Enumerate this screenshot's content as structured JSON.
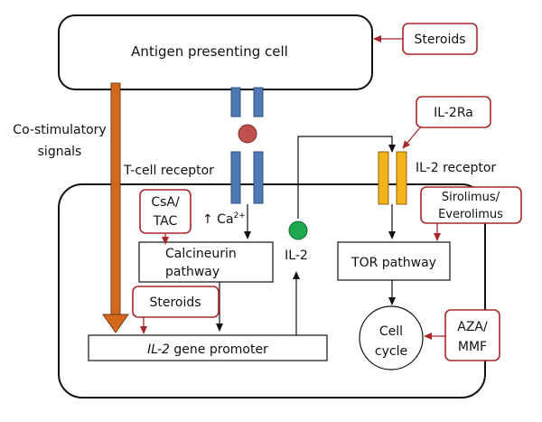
{
  "colors": {
    "drug_border": "#a8262b",
    "receptor_blue": "#4f79b5",
    "receptor_gold": "#f2b31b",
    "antigen_red": "#c0504d",
    "il2_green": "#1ea84f",
    "costim_orange": "#d2691e"
  },
  "cells": {
    "apc_label": "Antigen presenting cell"
  },
  "labels": {
    "costim_line1": "Co-stimulatory",
    "costim_line2": "signals",
    "tcell_receptor": "T-cell receptor",
    "il2_receptor": "IL-2 receptor",
    "calcium": "↑ Ca",
    "calcium_sup": "2+",
    "il2": "IL-2"
  },
  "boxes": {
    "calcineurin_line1": "Calcineurin",
    "calcineurin_line2": "pathway",
    "tor": "TOR pathway",
    "promoter_italic": "IL-2",
    "promoter_rest": " gene promoter",
    "cell_cycle_line1": "Cell",
    "cell_cycle_line2": "cycle"
  },
  "drugs": {
    "steroids_top": "Steroids",
    "il2ra": "IL-2Ra",
    "csa_line1": "CsA/",
    "csa_line2": "TAC",
    "sirolimus_line1": "Sirolimus/",
    "sirolimus_line2": "Everolimus",
    "steroids_bottom": "Steroids",
    "aza_line1": "AZA/",
    "aza_line2": "MMF"
  }
}
